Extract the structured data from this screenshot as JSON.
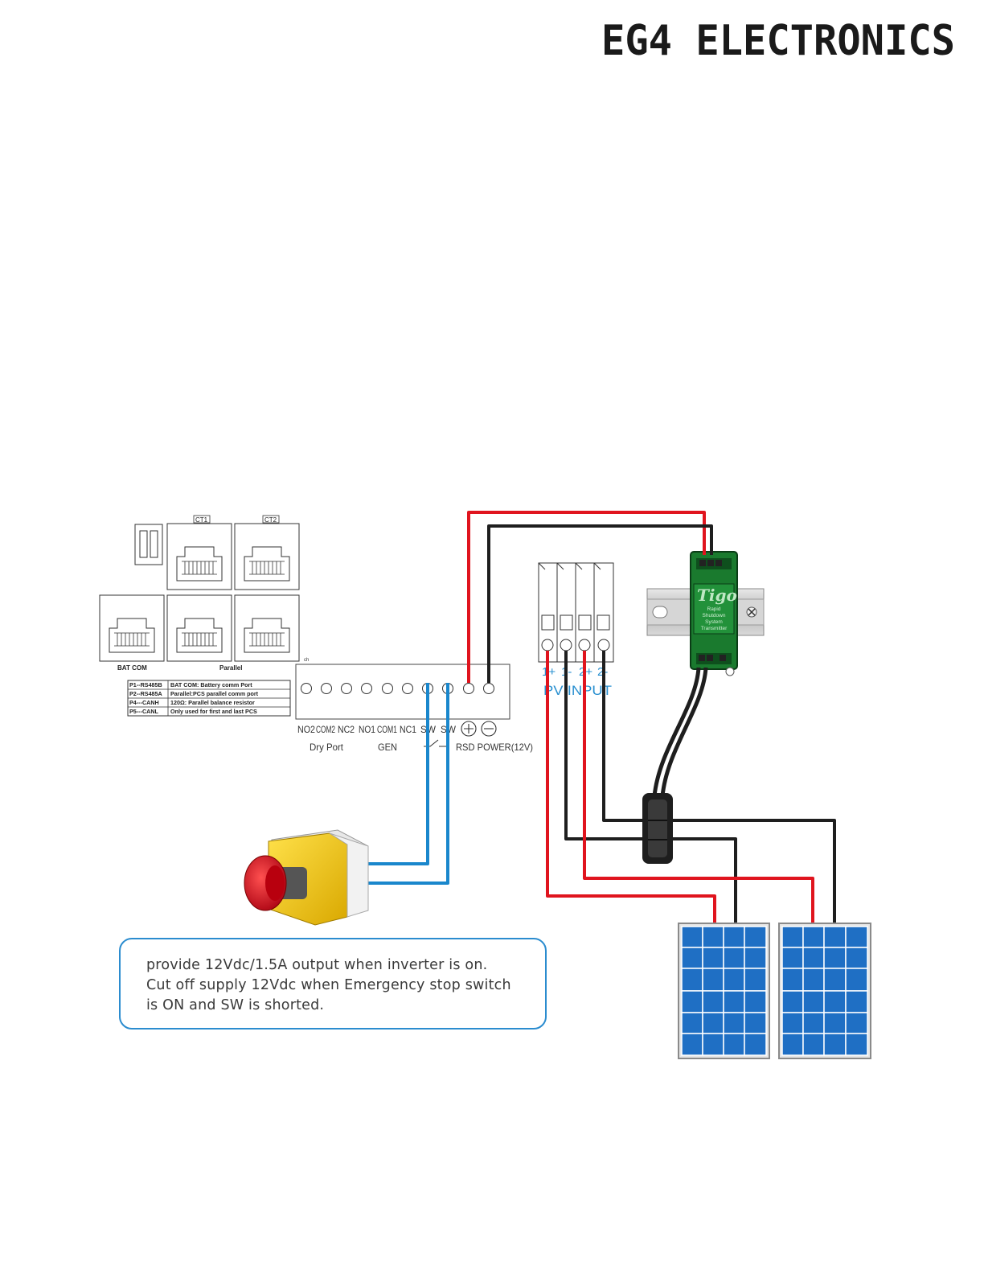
{
  "brand": {
    "logo_text": "EG4 ELECTRONICS"
  },
  "terminal_block": {
    "pins": [
      "NO2",
      "COM2",
      "NC2",
      "NO1",
      "COM1",
      "NC1",
      "SW",
      "SW"
    ],
    "group_labels": [
      "Dry Port",
      "GEN",
      "RSD POWER(12V)"
    ],
    "corner_mark": "ch"
  },
  "comm_ports": {
    "top_labels": [
      "CT1",
      "CT2"
    ],
    "bottom_labels": [
      "BAT COM",
      "Parallel"
    ],
    "table": [
      [
        "P1--RS485B",
        "BAT COM:  Battery comm Port"
      ],
      [
        "P2--RS485A",
        "Parallel:PCS parallel comm port"
      ],
      [
        "P4---CANH",
        "120Ω:  Parallel  balance resistor"
      ],
      [
        "P5---CANL",
        "Only used for first and last PCS"
      ]
    ]
  },
  "pv_input": {
    "terminals": [
      "1+",
      "1-",
      "2+",
      "2-"
    ],
    "label": "PV INPUT"
  },
  "transmitter": {
    "brand": "Tigo",
    "lines": [
      "Rapid",
      "Shutdown",
      "System",
      "Transmitter"
    ]
  },
  "note": {
    "lines": [
      "provide 12Vdc/1.5A output when inverter is on.",
      "Cut off supply 12Vdc when Emergency stop switch",
      "is ON and SW is shorted."
    ]
  },
  "colors": {
    "red_wire": "#e0141e",
    "black_wire": "#1e1e1e",
    "blue_wire": "#1a87cc",
    "label_blue": "#2a90d0",
    "note_border": "#2b8ccf",
    "panel_blue": "#1f6fc4",
    "tigo_green": "#1a7a2e"
  }
}
